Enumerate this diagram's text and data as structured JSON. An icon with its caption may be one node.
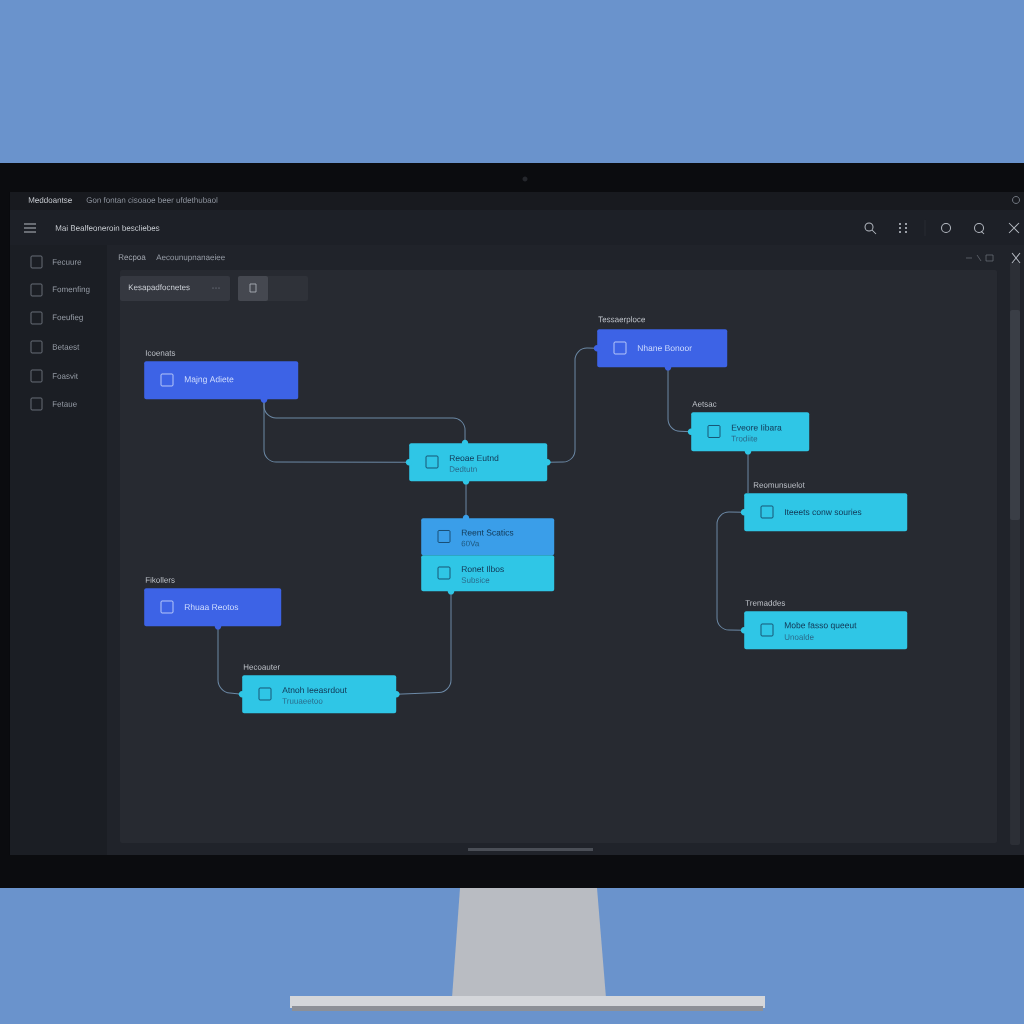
{
  "diagram": {
    "nodes": [
      {
        "text": [
          "Icoenats",
          "Majng Adiete"
        ]
      },
      {
        "text": [
          "Reoae Eutnd",
          "Dedtutn"
        ]
      },
      {
        "text": [
          "Tessaerploce",
          "Nhane Bonoor"
        ]
      },
      {
        "text": [
          "Aetsac",
          "Eveore Iibara",
          "Trodiite"
        ]
      },
      {
        "text": [
          "Reent Scatics",
          "60Va"
        ]
      },
      {
        "text": [
          "Ronet Ilbos",
          "Subsice"
        ]
      },
      {
        "text": [
          "Fikollers",
          "Rhuaa Reotos"
        ]
      },
      {
        "text": [
          "Hecoauter",
          "Atnoh Ieeasrdout",
          "Truuaeetoo"
        ]
      },
      {
        "text": [
          "Reomunsuelot",
          "Iteeets conw souries"
        ]
      },
      {
        "text": [
          "Tremaddes",
          "Mobe fasso queeut",
          "Unoalde"
        ]
      }
    ],
    "edges": [
      {
        "from": 0,
        "to": 1,
        "arrow": "none"
      },
      {
        "from": 0,
        "to": 1,
        "arrow": "none"
      },
      {
        "from": 1,
        "to": 2,
        "arrow": "none"
      },
      {
        "from": 2,
        "to": 3,
        "arrow": "none"
      },
      {
        "from": 3,
        "to": 8,
        "arrow": "none"
      },
      {
        "from": 1,
        "to": 4,
        "arrow": "none"
      },
      {
        "from": 5,
        "to": 7,
        "arrow": "none"
      },
      {
        "from": 6,
        "to": 7,
        "arrow": "none"
      },
      {
        "from": 8,
        "to": 9,
        "arrow": "none"
      }
    ],
    "labels": [
      "Meddoantse",
      "Gon fontan cisoaoe beer ufdethubaol",
      "Mai Bealfeoneroin bescliebes",
      "Fecuure",
      "Fomenfing",
      "Foeufieg",
      "Betaest",
      "Foasvit",
      "Fetaue",
      "Recpoa",
      "Aecounupnanaeiee",
      "Kesapadfocnetes"
    ]
  }
}
